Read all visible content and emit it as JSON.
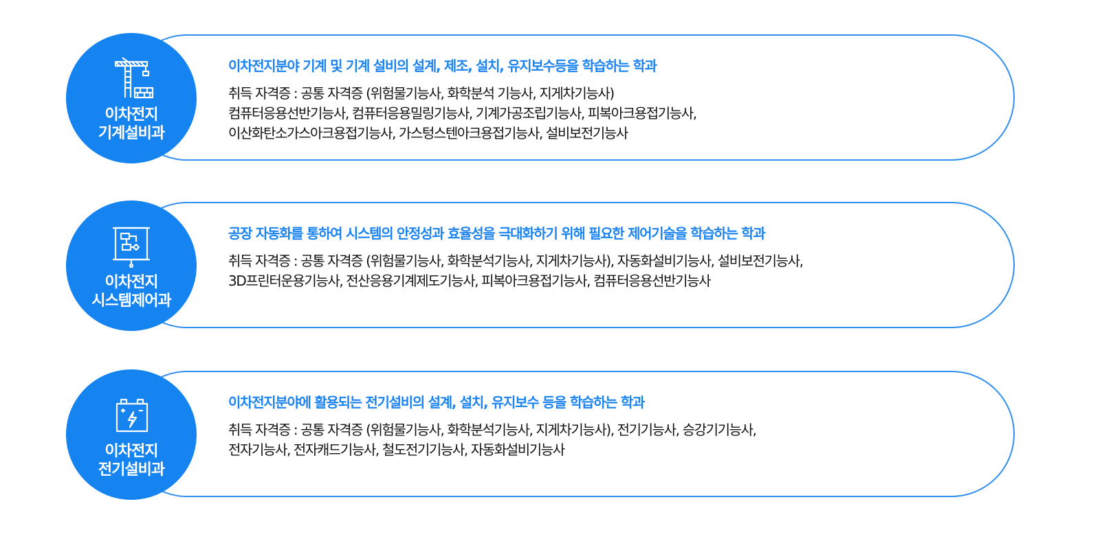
{
  "departments": [
    {
      "icon": "crane-icon",
      "name_lines": [
        "이차전지",
        "기계설비과"
      ],
      "headline": "이차전지분야 기계 및 기계 설비의 설계, 제조, 설치, 유지보수등을 학습하는 학과",
      "body_lines": [
        "취득 자격증 : 공통 자격증 (위험물기능사, 화학분석 기능사, 지게차기능사)",
        "컴퓨터응용선반기능사, 컴퓨터응용밀링기능사, 기계가공조립기능사, 피복아크용접기능사,",
        "이산화탄소가스아크용접기능사, 가스텅스텐아크용접기능사, 설비보전기능사"
      ]
    },
    {
      "icon": "control-panel-icon",
      "name_lines": [
        "이차전지",
        "시스템제어과"
      ],
      "headline": "공장 자동화를 통하여 시스템의 안정성과 효율성을 극대화하기 위해 필요한 제어기술을 학습하는 학과",
      "body_lines": [
        "취득 자격증 : 공통 자격증 (위험물기능사, 화학분석기능사, 지게차기능사), 자동화설비기능사, 설비보전기능사,",
        "3D프린터운용기능사, 전산응용기계제도기능사, 피복아크용접기능사, 컴퓨터응용선반기능사"
      ]
    },
    {
      "icon": "battery-icon",
      "name_lines": [
        "이차전지",
        "전기설비과"
      ],
      "headline": "이차전지분야에 활용되는 전기설비의 설계, 설치, 유지보수 등을 학습하는 학과",
      "body_lines": [
        "취득 자격증 : 공통 자격증 (위험물기능사, 화학분석기능사, 지게차기능사), 전기기능사, 승강기기능사,",
        "전자기능사, 전자캐드기능사, 철도전기기능사, 자동화설비기능사"
      ]
    }
  ],
  "colors": {
    "accent": "#1583f0",
    "border": "#2f8ef0",
    "text": "#111111"
  }
}
